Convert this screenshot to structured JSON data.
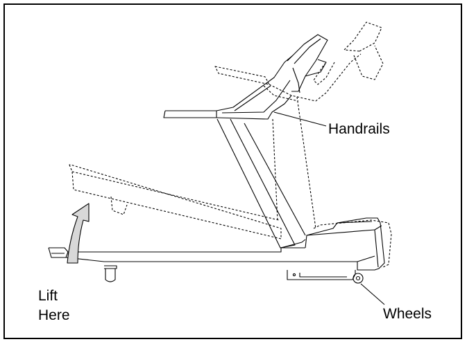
{
  "labels": {
    "handrails": "Handrails",
    "wheels": "Wheels",
    "lift_line1": "Lift",
    "lift_line2": "Here"
  },
  "colors": {
    "line": "#000000",
    "background": "#ffffff",
    "arrow_fill": "#d8d8d8"
  },
  "icons": {
    "lift_arrow": "curved-up-arrow-icon"
  }
}
